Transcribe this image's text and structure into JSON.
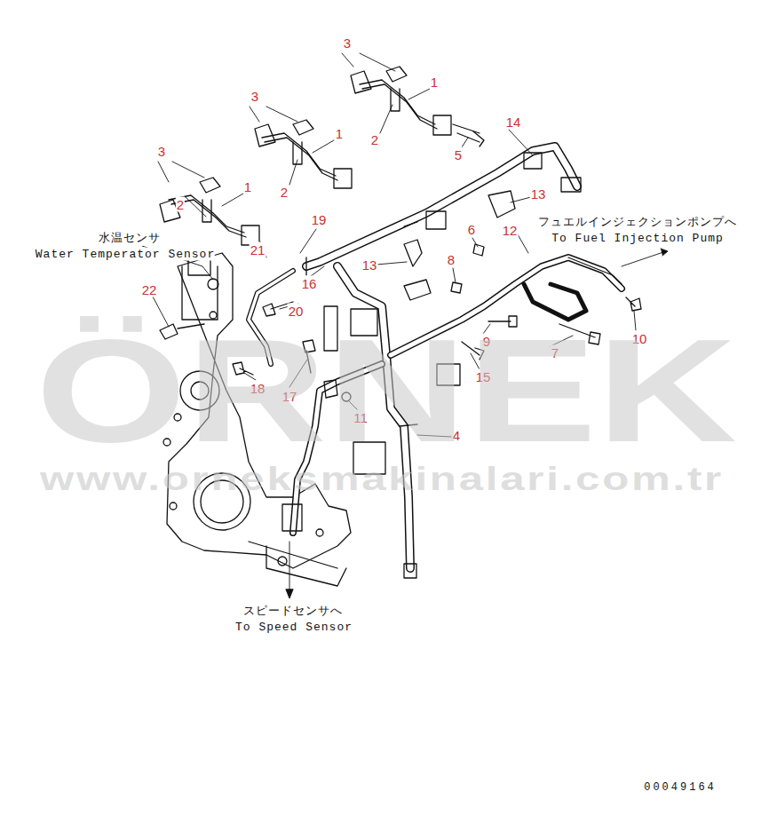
{
  "diagram": {
    "labels": [
      "3",
      "3",
      "1",
      "2",
      "1",
      "3",
      "1",
      "2",
      "2",
      "14",
      "5",
      "13",
      "12",
      "6",
      "19",
      "21",
      "8",
      "13",
      "16",
      "22",
      "20",
      "9",
      "10",
      "7",
      "18",
      "17",
      "15",
      "11",
      "4",
      "水温センサ",
      "Water Temperator Sensor",
      "フュエルインジェクションポンプへ",
      "To Fuel Injection Pump",
      "スピードセンサへ",
      "To Speed Sensor",
      "ÖRNEK",
      "www.orneksmakinalari.com.tr",
      "00049164"
    ]
  }
}
